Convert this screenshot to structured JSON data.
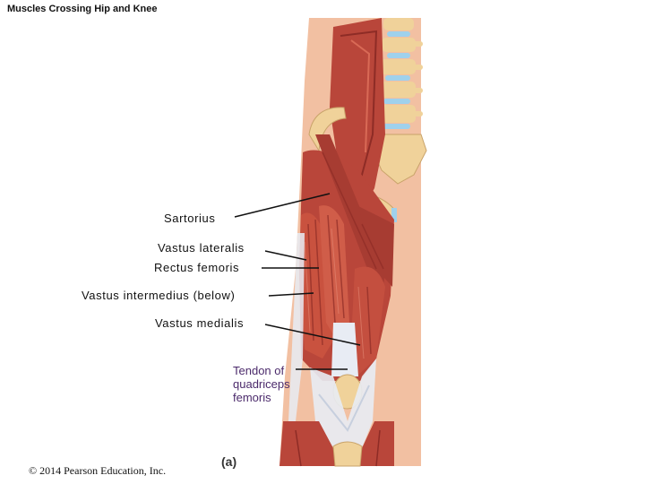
{
  "title": "Muscles Crossing Hip and Knee",
  "labels": {
    "sartorius": "Sartorius",
    "vastus_lateralis": "Vastus lateralis",
    "rectus_femoris": "Rectus femoris",
    "vastus_intermedius": "Vastus intermedius (below)",
    "vastus_medialis": "Vastus medialis",
    "tendon": "Tendon of\nquadriceps\nfemoris"
  },
  "panel_letter": "(a)",
  "copyright": "© 2014 Pearson Education, Inc.",
  "colors": {
    "muscle": "#b9463a",
    "muscle_light": "#d96a56",
    "muscle_dark": "#8e2c26",
    "tendon": "#e8ecf4",
    "bone": "#f0d29a",
    "skin": "#f2c0a2",
    "disc": "#9fd1ec",
    "tendon_label": "#4b2a6b"
  }
}
